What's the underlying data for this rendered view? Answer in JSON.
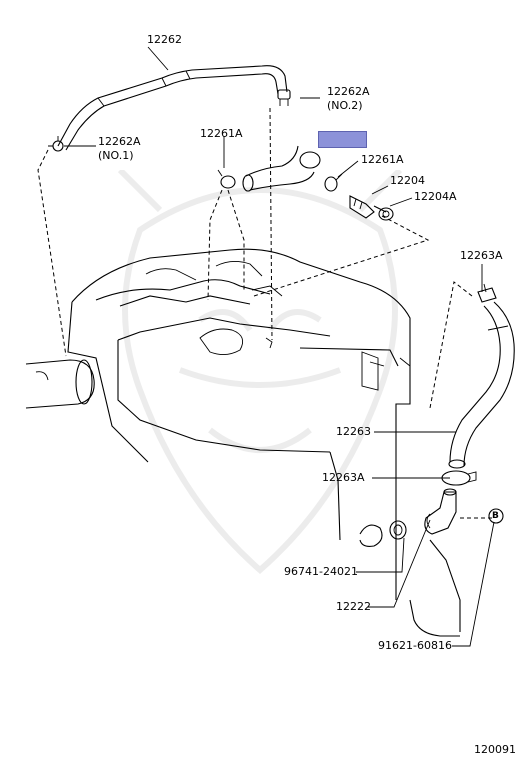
{
  "diagram": {
    "labels": {
      "hose_12262": "12262",
      "clamp_12262a_no2": "12262A",
      "clamp_12262a_no2_sub": "(NO.2)",
      "clamp_12262a_no1": "12262A",
      "clamp_12262a_no1_sub": "(NO.1)",
      "clamp_12261a_left": "12261A",
      "clamp_12261a_right": "12261A",
      "valve_12204": "12204",
      "grommet_12204a": "12204A",
      "clamp_12263a_top": "12263A",
      "hose_12263": "12263",
      "clamp_12263a_bottom": "12263A",
      "gasket_96741": "96741-24021",
      "union_12222": "12222",
      "bolt_91621": "91621-60816",
      "diagram_number": "120091"
    },
    "callout_marker": "B",
    "highlight_color": "#8c92d9"
  }
}
